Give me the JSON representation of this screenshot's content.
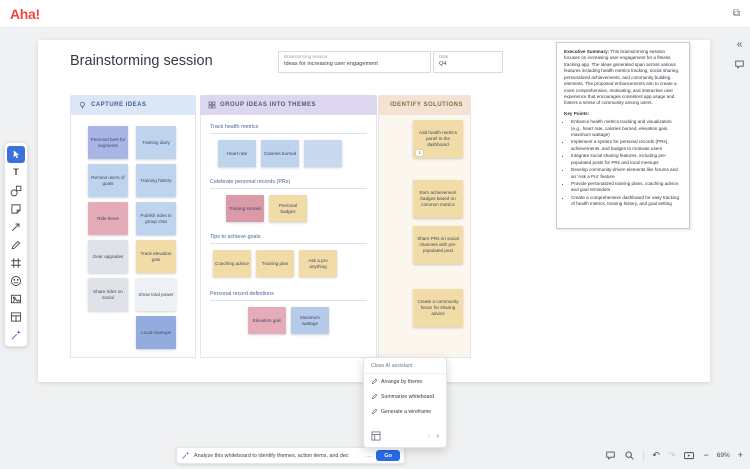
{
  "app": {
    "logo": "Aha!",
    "brand_color": "#F0483E"
  },
  "icons": {
    "external": "⧉",
    "collapse": "«",
    "undo": "↶",
    "redo": "↷",
    "minus": "−",
    "plus": "+",
    "prev": "‹",
    "next": "›",
    "more": "…",
    "text_tool": "T"
  },
  "toolbar": {
    "tools": [
      "select-tool",
      "text-tool",
      "shape-tool",
      "sticky-note-tool",
      "connector-tool",
      "pen-tool",
      "frame-tool",
      "emoji-tool",
      "image-tool",
      "table-tool",
      "ai-assist-tool"
    ]
  },
  "whiteboard": {
    "title": "Brainstorming session",
    "meta_fields": [
      {
        "label": "Brainstorming session",
        "value": "Ideas for increasing user engagement"
      },
      {
        "label": "Date",
        "value": "Q4"
      }
    ]
  },
  "capture_column": {
    "title": "CAPTURE IDEAS",
    "header_bg": "#dbe7f6",
    "header_color": "#46618a",
    "notes": [
      {
        "text": "Personal best for segments",
        "color": "#a9b5e6"
      },
      {
        "text": "Training diary",
        "color": "#bdd3ee"
      },
      {
        "text": "Remind users of goals",
        "color": "#bdd3ee"
      },
      {
        "text": "Training history",
        "color": "#bdd3ee"
      },
      {
        "text": "Ride times",
        "color": "#e4abb8"
      },
      {
        "text": "Publish rides in group chat",
        "color": "#bdd3ee"
      },
      {
        "text": "Gear upgrades",
        "color": "#dfe3e8"
      },
      {
        "text": "Track elevation gain",
        "color": "#f1dba6"
      },
      {
        "text": "Share rides on social",
        "color": "#dfe3e8"
      },
      {
        "text": "Show total power",
        "color": "#eef1f4"
      },
      {
        "text": "Local meetups",
        "color": "#92ace0"
      }
    ]
  },
  "themes_column": {
    "title": "GROUP IDEAS INTO THEMES",
    "header_bg": "#dcd7ee",
    "header_color": "#5a5578",
    "sections": [
      {
        "title": "Track health metrics",
        "notes": [
          {
            "text": "Heart rate",
            "color": "#bdd3ee"
          },
          {
            "text": "Calories burned",
            "color": "#bdd3ee"
          },
          {
            "text": "",
            "color": "#c9daf0"
          }
        ]
      },
      {
        "title": "Celebrate personal records (PRs)",
        "notes": [
          {
            "text": "Training streaks",
            "color": "#db9aa8"
          },
          {
            "text": "Personal badges",
            "color": "#f1dba6"
          }
        ]
      },
      {
        "title": "Tips to achieve goals",
        "notes": [
          {
            "text": "Coaching advice",
            "color": "#f1dba6"
          },
          {
            "text": "Training plan",
            "color": "#f1dba6"
          },
          {
            "text": "Ask a pro anything",
            "color": "#f1dba6"
          }
        ]
      },
      {
        "title": "Personal record definitions",
        "notes": [
          {
            "text": "Elevation gain",
            "color": "#e4abb8"
          },
          {
            "text": "Maximum wattage",
            "color": "#b6cbea"
          }
        ]
      }
    ]
  },
  "solutions_column": {
    "title": "IDENTIFY SOLUTIONS",
    "header_bg": "#f4e3d2",
    "header_color": "#8a6a4a",
    "notes": [
      {
        "text": "Add health metrics panel to the dashboard",
        "color": "#f1dba6",
        "badge": "1"
      },
      {
        "text": "Earn achievement badges based on common metrics",
        "color": "#f1dba6"
      },
      {
        "text": "Share PRs on social channels with pre-populated post",
        "color": "#f1dba6"
      },
      {
        "text": "Create a community forum for sharing advice",
        "color": "#f1dba6"
      }
    ]
  },
  "summary_panel": {
    "exec_title": "Executive Summary:",
    "exec_body": "This brainstorming session focuses on increasing user engagement for a fitness tracking app. The ideas generated span across various features including health metrics tracking, social sharing, personalized achievements, and community building elements. The proposed enhancements aim to create a more comprehensive, motivating, and interactive user experience that encourages consistent app usage and fosters a sense of community among users.",
    "key_title": "Key Points:",
    "bullets": [
      "Enhance health metrics tracking and visualization (e.g., heart rate, calories burned, elevation gain, maximum wattage)",
      "Implement a system for personal records (PRs), achievements, and badges to motivate users",
      "Integrate social sharing features, including pre-populated posts for PRs and local meetups",
      "Develop community-driven elements like forums and an 'Ask a Pro' feature",
      "Provide personalized training plans, coaching advice, and goal reminders",
      "Create a comprehensive dashboard for easy tracking of health metrics, training history, and goal setting"
    ]
  },
  "ai_menu": {
    "close_label": "Close AI assistant",
    "items": [
      "Arrange by theme",
      "Summarize whiteboard",
      "Generate a wireframe"
    ]
  },
  "ai_bar": {
    "prompt": "Analyze this whiteboard to identify themes, action items, and dec",
    "go_label": "Go"
  },
  "bottom_controls": {
    "zoom_level": "69%"
  }
}
